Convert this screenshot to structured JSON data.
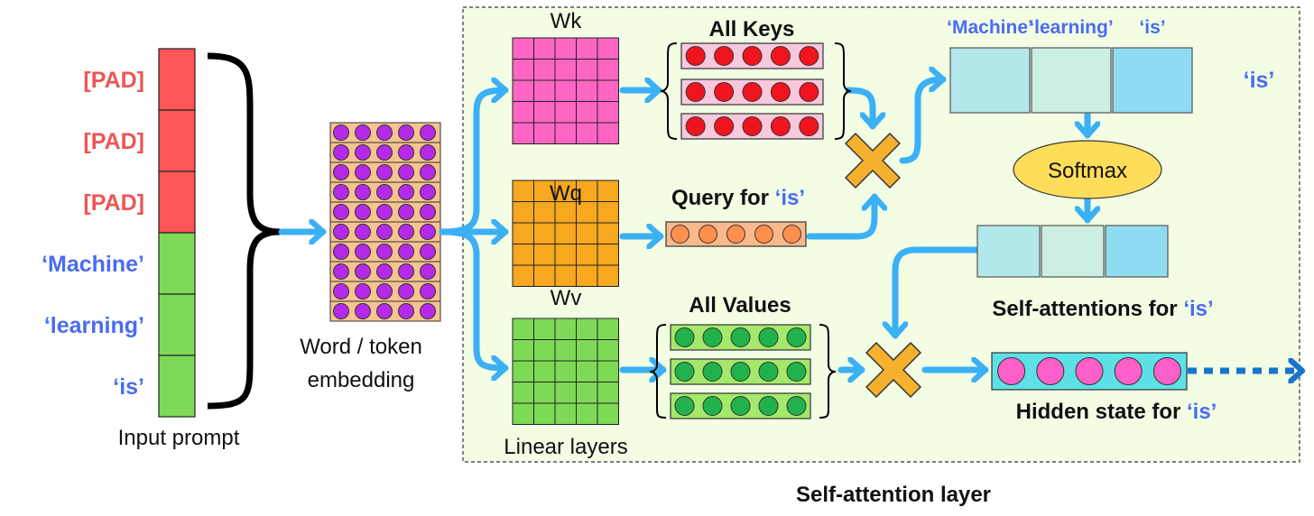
{
  "input_prompt": {
    "label": "Input prompt",
    "tokens": [
      {
        "text": "[PAD]",
        "kind": "pad"
      },
      {
        "text": "[PAD]",
        "kind": "pad"
      },
      {
        "text": "[PAD]",
        "kind": "pad"
      },
      {
        "text": "‘Machine’",
        "kind": "word"
      },
      {
        "text": "‘learning’",
        "kind": "word"
      },
      {
        "text": "‘is’",
        "kind": "word"
      }
    ]
  },
  "embedding": {
    "label_line1": "Word / token",
    "label_line2": "embedding"
  },
  "self_attention": {
    "title": "Self-attention layer",
    "linear_layers_label": "Linear layers",
    "wk_label": "Wk",
    "wq_label": "Wq",
    "wv_label": "Wv",
    "keys_label": "All Keys",
    "query_label": "Query for ",
    "query_token": "‘is’",
    "values_label": "All Values",
    "score_tokens": [
      "‘Machine’",
      "‘learning’",
      "‘is’"
    ],
    "score_row_token": "‘is’",
    "softmax_label": "Softmax",
    "attn_label": "Self-attentions for ",
    "attn_token": "‘is’",
    "hidden_label": "Hidden state for ",
    "hidden_token": "‘is’"
  },
  "colors": {
    "pad": "#fd5656",
    "word": "#7ed957",
    "pad_text": "#f05454",
    "word_text": "#4a6cf0",
    "arrow": "#3bb0f5",
    "panel": "#f2fde4",
    "embedding_bg": "#f6c391",
    "embedding_dot": "#b52ae8",
    "wk": "#ff66c4",
    "wq": "#f7a81e",
    "wv": "#7ed957",
    "key_bg": "#f8c8dc",
    "key_dot": "#f0141e",
    "query_bg": "#f9b98a",
    "query_dot": "#ff8f4d",
    "value_bg": "#a4e86c",
    "value_dot": "#22b24c",
    "multiply": "#f5b02e",
    "softmax": "#fedd5b",
    "score_cells": [
      "#b3e8ea",
      "#cdeee2",
      "#8fdcf2"
    ],
    "hidden_bg": "#5ce1e6",
    "hidden_dot": "#ff5fc8",
    "output_arrow": "#1874cd"
  }
}
